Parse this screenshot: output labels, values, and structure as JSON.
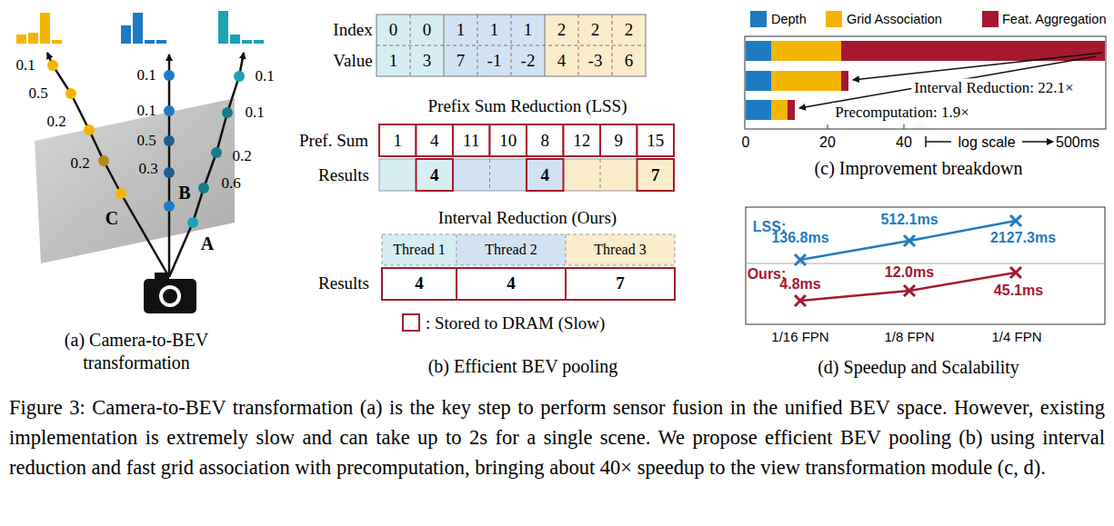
{
  "diagram": {
    "caption": "Figure 3: Camera-to-BEV transformation (a) is the key step to perform sensor fusion in the unified BEV space. However, existing implementation is extremely slow and can take up to 2s for a single scene. We propose efficient BEV pooling (b) using interval reduction and fast grid association with precomputation, bringing about 40× speedup to the view transformation module (c, d).",
    "labels": [
      "0.1",
      "0.5",
      "0.2",
      "0.2",
      "0.1",
      "0.1",
      "0.5",
      "0.3",
      "0.1",
      "0.1",
      "0.2",
      "0.6",
      "A",
      "B",
      "C",
      "(a) Camera-to-BEV transformation",
      "Index",
      "0",
      "0",
      "1",
      "1",
      "1",
      "2",
      "2",
      "2",
      "Value",
      "1",
      "3",
      "7",
      "-1",
      "-2",
      "4",
      "-3",
      "6",
      "Prefix Sum Reduction (LSS)",
      "Pref. Sum",
      "1",
      "4",
      "11",
      "10",
      "8",
      "12",
      "9",
      "15",
      "Results",
      "4",
      "4",
      "7",
      "Interval Reduction (Ours)",
      "Thread 1",
      "Thread 2",
      "Thread 3",
      "Results",
      "4",
      "4",
      "7",
      "(b) Efficient BEV pooling",
      "0",
      "20",
      "40",
      "log scale",
      "500ms",
      "Interval Reduction: 22.1×",
      "Precomputation: 1.9×",
      "(c) Improvement breakdown",
      "LSS:",
      "136.8ms",
      "512.1ms",
      "2127.3ms",
      "Ours:",
      "4.8ms",
      "12.0ms",
      "45.1ms",
      "1/16 FPN",
      "1/8 FPN",
      "1/4 FPN",
      "(d) Speedup and Scalability"
    ],
    "legend": [
      {
        "text": "Depth",
        "color": "#1f7bc1"
      },
      {
        "text": "Grid Association",
        "color": "#f5b400"
      },
      {
        "text": "Feat. Aggregation",
        "color": "#a5182e"
      },
      {
        "text": ": Stored to DRAM (Slow)"
      }
    ]
  }
}
